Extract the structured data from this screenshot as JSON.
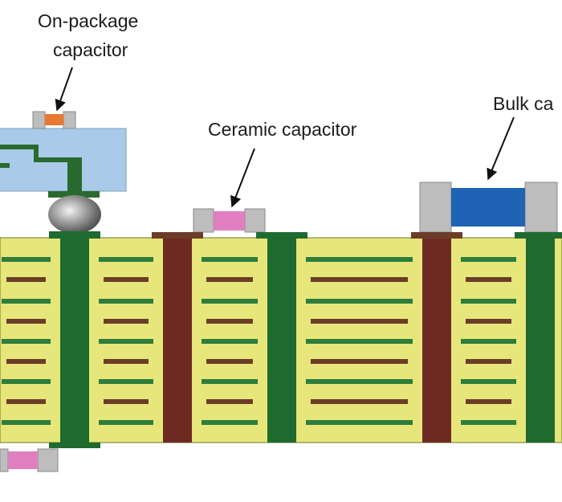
{
  "labels": {
    "on_package": [
      "On-package",
      "capacitor"
    ],
    "ceramic": "Ceramic capacitor",
    "bulk": "Bulk ca"
  },
  "colors": {
    "board_fill": "#e6e67a",
    "board_edge": "#6d7a2a",
    "power_plane": "#2e7d3b",
    "ground_plane": "#6b3d28",
    "power_via": "#1f6b2f",
    "ground_via": "#6e2a22",
    "package_body": "#a9cbe9",
    "package_trace": "#2a6a2e",
    "solder_ball": "#9a9a9a",
    "cap_terminal": "#bdbdbd",
    "on_package_cap": "#e8792f",
    "ceramic_cap": "#e07fc0",
    "bulk_cap": "#1f63b4",
    "arrow": "#111111"
  }
}
